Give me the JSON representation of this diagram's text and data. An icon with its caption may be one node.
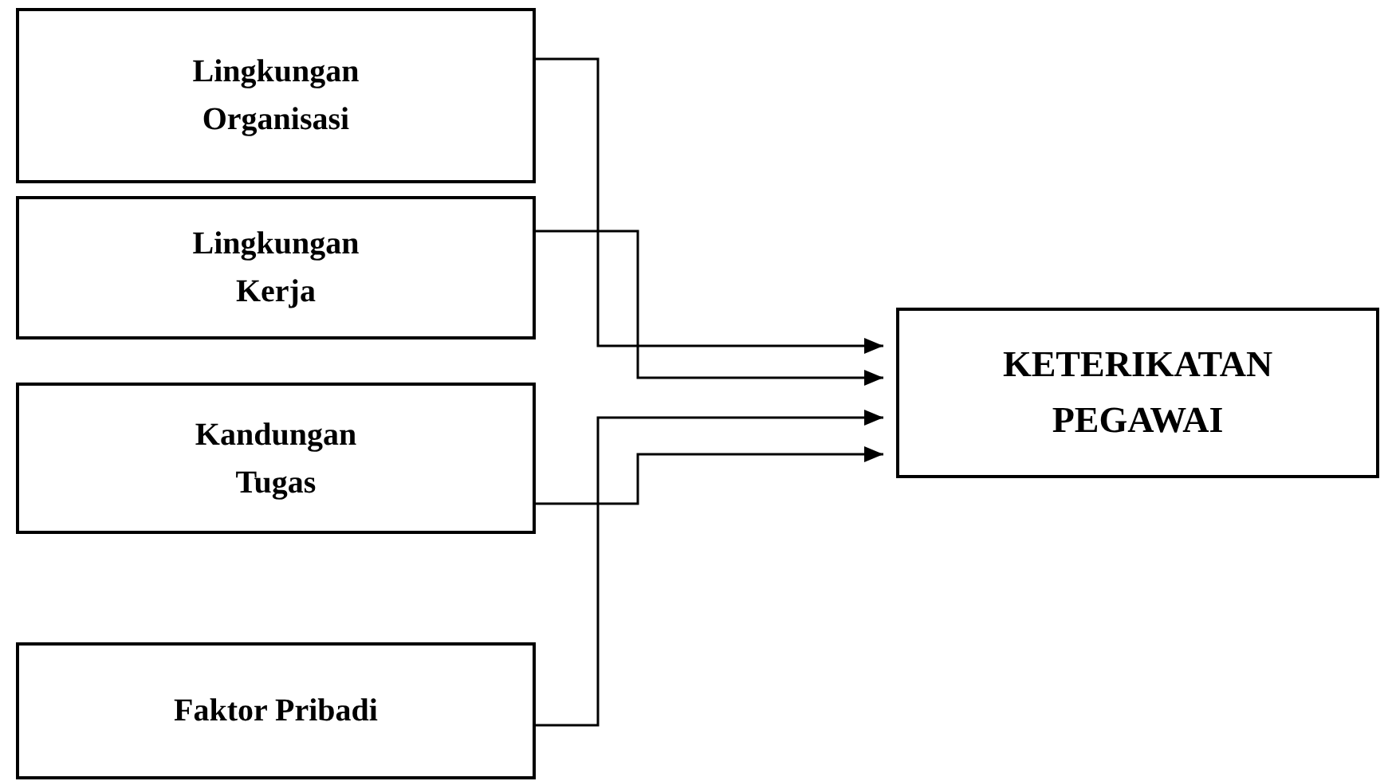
{
  "diagram": {
    "nodes": [
      {
        "text": [
          "Lingkungan Organisasi"
        ]
      },
      {
        "text": [
          "Lingkungan Kerja"
        ]
      },
      {
        "text": [
          "Kandungan Tugas"
        ]
      },
      {
        "text": [
          "Faktor Pribadi"
        ]
      },
      {
        "text": [
          "KETERIKATAN PEGAWAI"
        ]
      }
    ],
    "edges": [
      {
        "from": 0,
        "to": 4,
        "arrow": "to"
      },
      {
        "from": 1,
        "to": 4,
        "arrow": "to"
      },
      {
        "from": 3,
        "to": 4,
        "arrow": "to"
      },
      {
        "from": 2,
        "to": 4,
        "arrow": "to"
      }
    ]
  }
}
